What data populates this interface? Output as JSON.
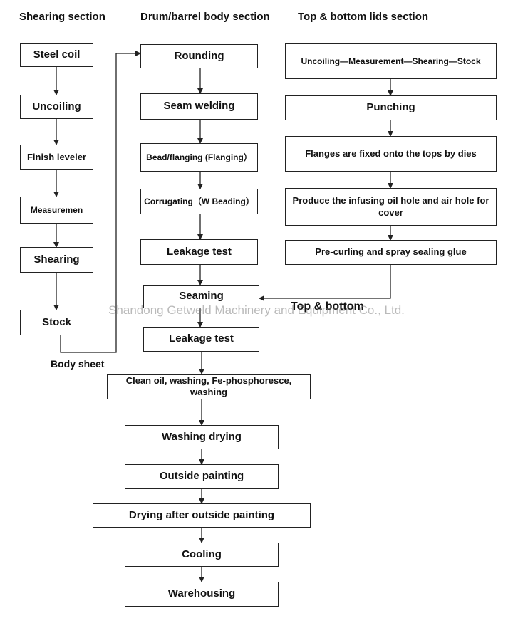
{
  "headers": {
    "shearing": "Shearing section",
    "drum": "Drum/barrel body section",
    "lids": "Top & bottom lids section"
  },
  "shearing_steps": [
    "Steel coil",
    "Uncoiling",
    "Finish leveler",
    "Measuremen",
    "Shearing",
    "Stock"
  ],
  "drum_steps": [
    "Rounding",
    "Seam welding",
    "Bead/flanging (Flanging）",
    "Corrugating（W Beading）",
    "Leakage test"
  ],
  "lid_steps": [
    "Uncoiling—Measurement—Shearing—Stock",
    "Punching",
    "Flanges are fixed onto the tops by dies",
    "Produce the infusing oil hole and air hole for cover",
    "Pre-curling and spray sealing glue"
  ],
  "main_steps": [
    "Seaming",
    "Leakage test",
    "Clean oil, washing, Fe-phosphoresce, washing",
    "Washing drying",
    "Outside painting",
    "Drying after outside painting",
    "Cooling",
    "Warehousing"
  ],
  "labels": {
    "body_sheet": "Body sheet",
    "top_bottom": "Top & bottom"
  },
  "watermark": "Shandong Getweld Machinery and Equipment Co., Ltd.",
  "colors": {
    "box_border": "#222222",
    "arrow": "#222222",
    "text": "#111111"
  }
}
